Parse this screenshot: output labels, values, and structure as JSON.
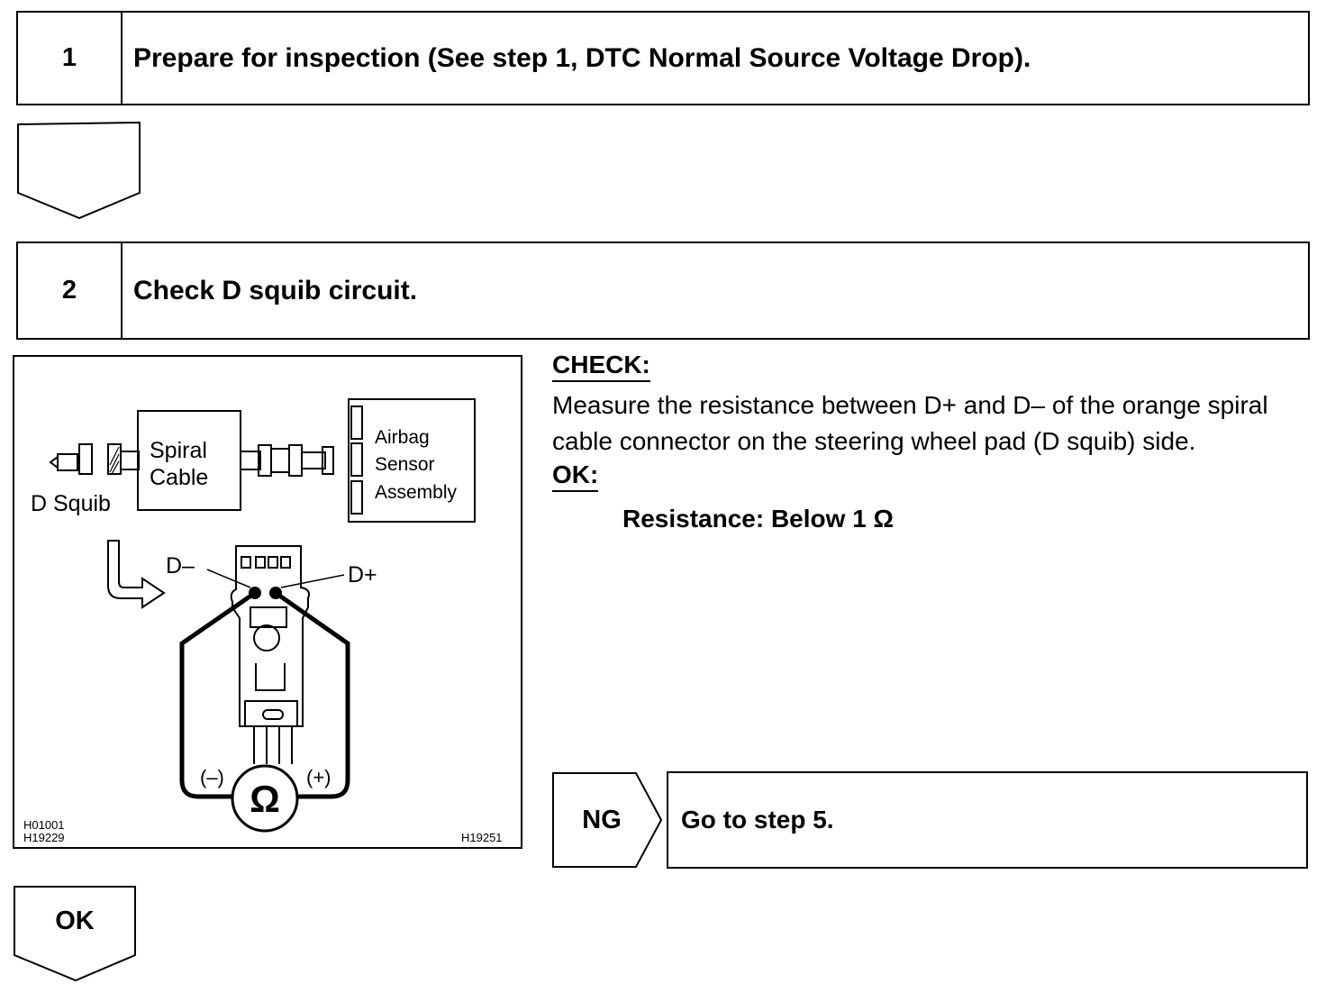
{
  "step1": {
    "number": "1",
    "title": "Prepare for inspection (See step 1, DTC Normal Source Voltage Drop)."
  },
  "step2": {
    "number": "2",
    "title": "Check D squib circuit."
  },
  "figure": {
    "spiral_cable": [
      "Spiral",
      "Cable"
    ],
    "d_squib": "D Squib",
    "airbag_assembly": [
      "Airbag",
      "Sensor",
      "Assembly"
    ],
    "d_minus": "D–",
    "d_plus": "D+",
    "minus": "(–)",
    "plus": "(+)",
    "ohm": "Ω",
    "codes_left": [
      "H01001",
      "H19229"
    ],
    "code_right": "H19251"
  },
  "check": {
    "heading": "CHECK:",
    "text": "Measure the resistance between D+ and D– of the orange spiral cable connector on the steering wheel pad (D squib) side.",
    "ok_heading": "OK:",
    "spec": "Resistance: Below 1 Ω"
  },
  "ng": {
    "label": "NG",
    "result": "Go to step 5."
  },
  "ok": {
    "label": "OK"
  }
}
